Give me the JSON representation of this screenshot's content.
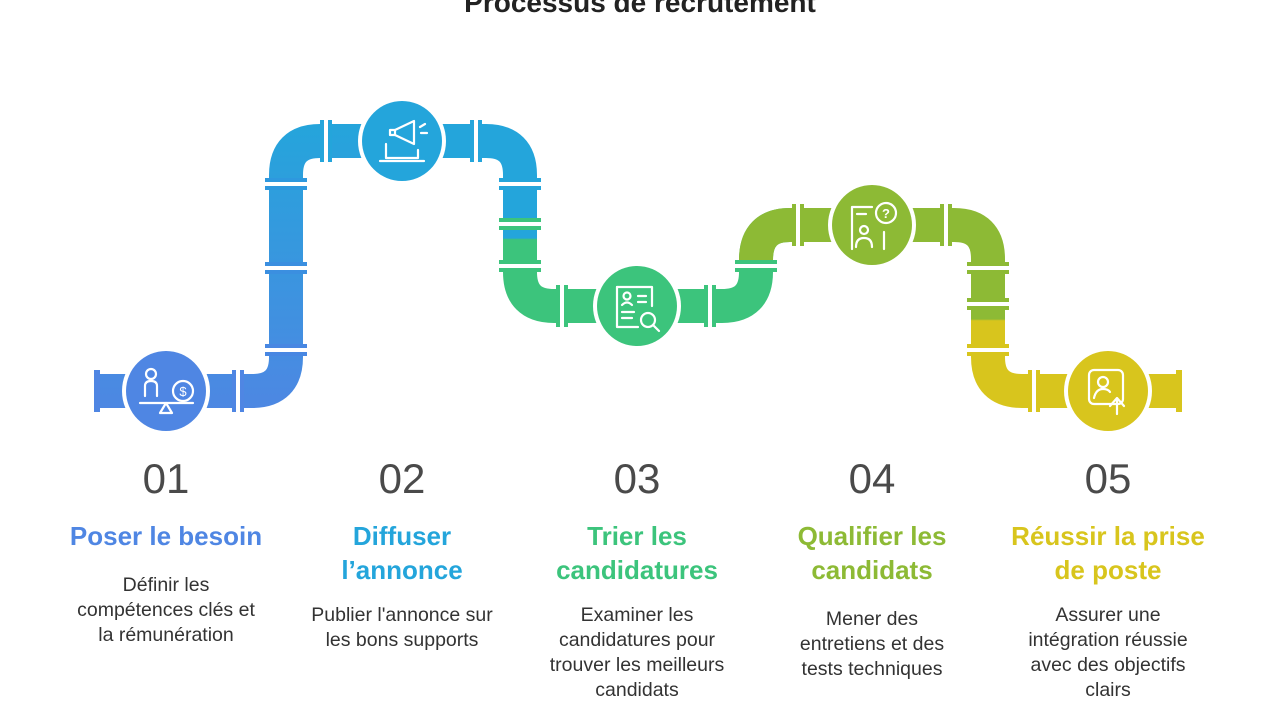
{
  "title": "Processus de recrutement",
  "colors": {
    "step1": "#4F86E3",
    "step2": "#24A5DB",
    "step3": "#3CC47C",
    "step4": "#8DBA35",
    "step5": "#D8C51D"
  },
  "steps": [
    {
      "number": "01",
      "title_lines": [
        "Poser le besoin"
      ],
      "desc_lines": [
        "Définir les",
        "compétences clés et",
        "la rémunération"
      ],
      "icon": "person-money-balance-icon"
    },
    {
      "number": "02",
      "title_lines": [
        "Diffuser",
        "l’annonce"
      ],
      "desc_lines": [
        "Publier l'annonce sur",
        "les bons supports"
      ],
      "icon": "laptop-megaphone-icon"
    },
    {
      "number": "03",
      "title_lines": [
        "Trier les",
        "candidatures"
      ],
      "desc_lines": [
        "Examiner les",
        "candidatures pour",
        "trouver les meilleurs",
        "candidats"
      ],
      "icon": "resume-search-icon"
    },
    {
      "number": "04",
      "title_lines": [
        "Qualifier les",
        "candidats"
      ],
      "desc_lines": [
        "Mener des",
        "entretiens et des",
        "tests techniques"
      ],
      "icon": "interview-question-icon"
    },
    {
      "number": "05",
      "title_lines": [
        "Réussir la prise",
        "de poste"
      ],
      "desc_lines": [
        "Assurer une",
        "intégration réussie",
        "avec des objectifs",
        "clairs"
      ],
      "icon": "profile-upload-icon"
    }
  ]
}
